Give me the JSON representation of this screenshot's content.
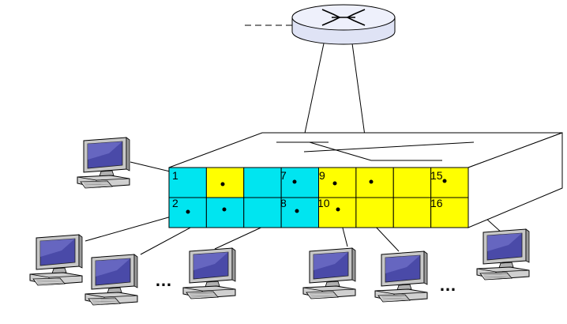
{
  "colors": {
    "cyan": "#00e5f0",
    "yellow": "#ffff00",
    "outline": "#000000",
    "router_body": "#dfe3f5",
    "monitor_screen": "#4a4aa8",
    "computer_body": "#c8c8c8"
  },
  "icons": {
    "router": "router-icon",
    "computer": "desktop-computer-icon",
    "switch": "ethernet-switch-icon"
  },
  "switch": {
    "port_labels": {
      "p1": "1",
      "p2": "2",
      "p7": "7",
      "p8": "8",
      "p9": "9",
      "p10": "10",
      "p15": "15",
      "p16": "16"
    },
    "top_row_colors": [
      "cyan",
      "yellow",
      "cyan",
      "cyan",
      "yellow",
      "yellow",
      "yellow",
      "yellow"
    ],
    "bottom_row_colors": [
      "cyan",
      "cyan",
      "cyan",
      "cyan",
      "yellow",
      "yellow",
      "yellow",
      "yellow"
    ]
  },
  "ellipsis": {
    "left": "…",
    "right": "…"
  }
}
